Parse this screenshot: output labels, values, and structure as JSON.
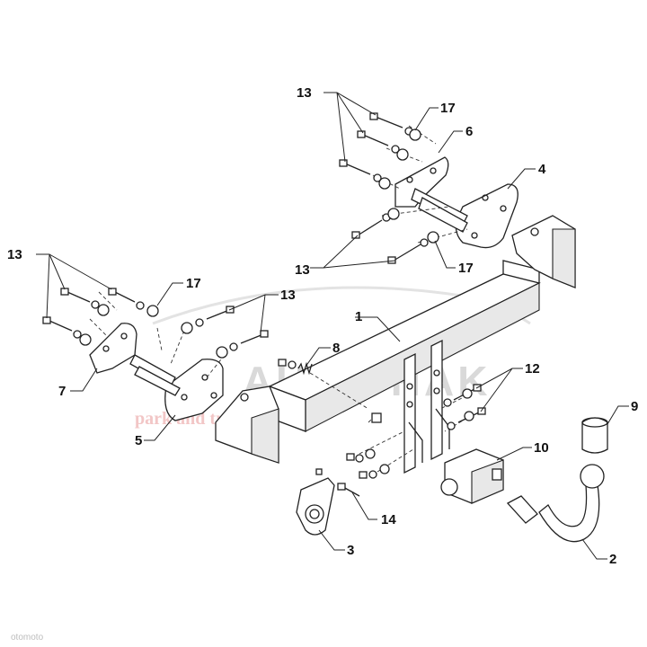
{
  "watermark": {
    "brand": "AUTO-HAK",
    "subtext": "park and travel"
  },
  "corner_text": "otomoto",
  "callouts": {
    "c1": "1",
    "c2": "2",
    "c3": "3",
    "c4": "4",
    "c5": "5",
    "c6": "6",
    "c7": "7",
    "c8": "8",
    "c9": "9",
    "c10": "10",
    "c12": "12",
    "c13_top": "13",
    "c13_left": "13",
    "c13_mid": "13",
    "c13_right": "13",
    "c14": "14",
    "c17_top": "17",
    "c17_left": "17",
    "c17_right": "17"
  }
}
